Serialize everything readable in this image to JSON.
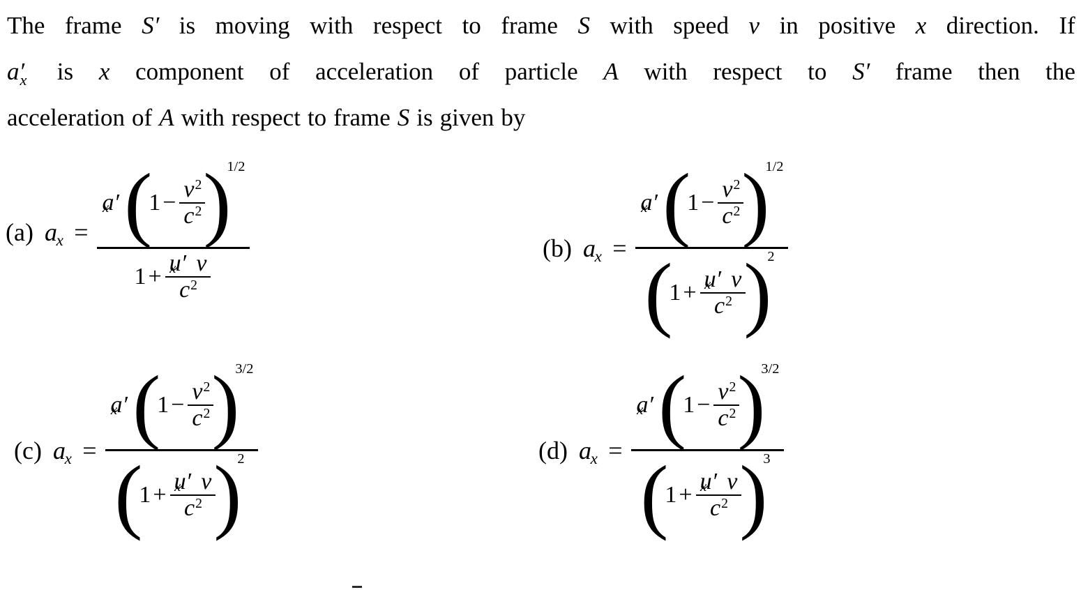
{
  "question": {
    "lines": [
      {
        "justify": true,
        "tokens": [
          {
            "t": "The",
            "k": "text"
          },
          {
            "t": "frame",
            "k": "text"
          },
          {
            "t": "S′",
            "k": "math"
          },
          {
            "t": "is",
            "k": "text"
          },
          {
            "t": "moving",
            "k": "text"
          },
          {
            "t": "with",
            "k": "text"
          },
          {
            "t": "respect",
            "k": "text"
          },
          {
            "t": "to",
            "k": "text"
          },
          {
            "t": "frame",
            "k": "text"
          },
          {
            "t": "S",
            "k": "math"
          },
          {
            "t": "with",
            "k": "text"
          },
          {
            "t": "speed",
            "k": "text"
          },
          {
            "t": "v",
            "k": "math"
          },
          {
            "t": "in",
            "k": "text"
          },
          {
            "t": "positive",
            "k": "text"
          },
          {
            "t": "x",
            "k": "math"
          },
          {
            "t": "direction.",
            "k": "text"
          },
          {
            "t": "If",
            "k": "text"
          }
        ]
      },
      {
        "justify": true,
        "tokens": [
          {
            "t": "a′x",
            "k": "axprime"
          },
          {
            "t": "is",
            "k": "text"
          },
          {
            "t": "x",
            "k": "math"
          },
          {
            "t": "component",
            "k": "text"
          },
          {
            "t": "of",
            "k": "text"
          },
          {
            "t": "acceleration",
            "k": "text"
          },
          {
            "t": "of",
            "k": "text"
          },
          {
            "t": "particle",
            "k": "text"
          },
          {
            "t": "A",
            "k": "math"
          },
          {
            "t": "with",
            "k": "text"
          },
          {
            "t": "respect",
            "k": "text"
          },
          {
            "t": "to",
            "k": "text"
          },
          {
            "t": "S′",
            "k": "math"
          },
          {
            "t": "frame",
            "k": "text"
          },
          {
            "t": "then",
            "k": "text"
          },
          {
            "t": "the",
            "k": "text"
          }
        ]
      },
      {
        "justify": false,
        "tokens": [
          {
            "t": "acceleration",
            "k": "text"
          },
          {
            "t": "of",
            "k": "text"
          },
          {
            "t": "A",
            "k": "math"
          },
          {
            "t": "with",
            "k": "text"
          },
          {
            "t": "respect",
            "k": "text"
          },
          {
            "t": "to",
            "k": "text"
          },
          {
            "t": "frame",
            "k": "text"
          },
          {
            "t": "S",
            "k": "math"
          },
          {
            "t": "is",
            "k": "text"
          },
          {
            "t": "given",
            "k": "text"
          },
          {
            "t": "by",
            "k": "text"
          }
        ]
      }
    ]
  },
  "symbols": {
    "a": "a",
    "u": "u",
    "v": "v",
    "c": "c",
    "x": "x",
    "prime": "′",
    "one": "1",
    "two": "2",
    "minus": "−",
    "plus": "+",
    "equals": "=",
    "lparen": "(",
    "rparen": ")",
    "ax_lhs_base": "a",
    "ax_lhs_sub": "x"
  },
  "options": [
    {
      "id": "a",
      "label": "(a)",
      "lhs_base": "a",
      "lhs_sub": "x",
      "equals": "=",
      "numerator": {
        "coefficient_base": "a",
        "coefficient_prime": "′",
        "coefficient_sub": "x",
        "paren_left": "(",
        "paren_right": ")",
        "inner_left": "1",
        "inner_op": "−",
        "inner_frac_num_base": "v",
        "inner_frac_num_exp": "2",
        "inner_frac_den_base": "c",
        "inner_frac_den_exp": "2",
        "exponent": "1/2"
      },
      "denominator": {
        "parenthesized": false,
        "paren_left": "(",
        "paren_right": ")",
        "lead": "1",
        "op": "+",
        "frac_num_u": "u",
        "frac_num_prime": "′",
        "frac_num_sub": "x",
        "frac_num_v": "v",
        "frac_den_base": "c",
        "frac_den_exp": "2",
        "exponent": ""
      }
    },
    {
      "id": "b",
      "label": "(b)",
      "lhs_base": "a",
      "lhs_sub": "x",
      "equals": "=",
      "numerator": {
        "coefficient_base": "a",
        "coefficient_prime": "′",
        "coefficient_sub": "x",
        "paren_left": "(",
        "paren_right": ")",
        "inner_left": "1",
        "inner_op": "−",
        "inner_frac_num_base": "v",
        "inner_frac_num_exp": "2",
        "inner_frac_den_base": "c",
        "inner_frac_den_exp": "2",
        "exponent": "1/2"
      },
      "denominator": {
        "parenthesized": true,
        "paren_left": "(",
        "paren_right": ")",
        "lead": "1",
        "op": "+",
        "frac_num_u": "u",
        "frac_num_prime": "′",
        "frac_num_sub": "x",
        "frac_num_v": "v",
        "frac_den_base": "c",
        "frac_den_exp": "2",
        "exponent": "2"
      }
    },
    {
      "id": "c",
      "label": "(c)",
      "lhs_base": "a",
      "lhs_sub": "x",
      "equals": "=",
      "numerator": {
        "coefficient_base": "a",
        "coefficient_prime": "′",
        "coefficient_sub": "x",
        "paren_left": "(",
        "paren_right": ")",
        "inner_left": "1",
        "inner_op": "−",
        "inner_frac_num_base": "v",
        "inner_frac_num_exp": "2",
        "inner_frac_den_base": "c",
        "inner_frac_den_exp": "2",
        "exponent": "3/2"
      },
      "denominator": {
        "parenthesized": true,
        "paren_left": "(",
        "paren_right": ")",
        "lead": "1",
        "op": "+",
        "frac_num_u": "u",
        "frac_num_prime": "′",
        "frac_num_sub": "x",
        "frac_num_v": "v",
        "frac_den_base": "c",
        "frac_den_exp": "2",
        "exponent": "2"
      }
    },
    {
      "id": "d",
      "label": "(d)",
      "lhs_base": "a",
      "lhs_sub": "x",
      "equals": "=",
      "numerator": {
        "coefficient_base": "a",
        "coefficient_prime": "′",
        "coefficient_sub": "x",
        "paren_left": "(",
        "paren_right": ")",
        "inner_left": "1",
        "inner_op": "−",
        "inner_frac_num_base": "v",
        "inner_frac_num_exp": "2",
        "inner_frac_den_base": "c",
        "inner_frac_den_exp": "2",
        "exponent": "3/2"
      },
      "denominator": {
        "parenthesized": true,
        "paren_left": "(",
        "paren_right": ")",
        "lead": "1",
        "op": "+",
        "frac_num_u": "u",
        "frac_num_prime": "′",
        "frac_num_sub": "x",
        "frac_num_v": "v",
        "frac_den_base": "c",
        "frac_den_exp": "2",
        "exponent": "3"
      }
    }
  ],
  "colors": {
    "background": "#ffffff",
    "text": "#000000"
  }
}
